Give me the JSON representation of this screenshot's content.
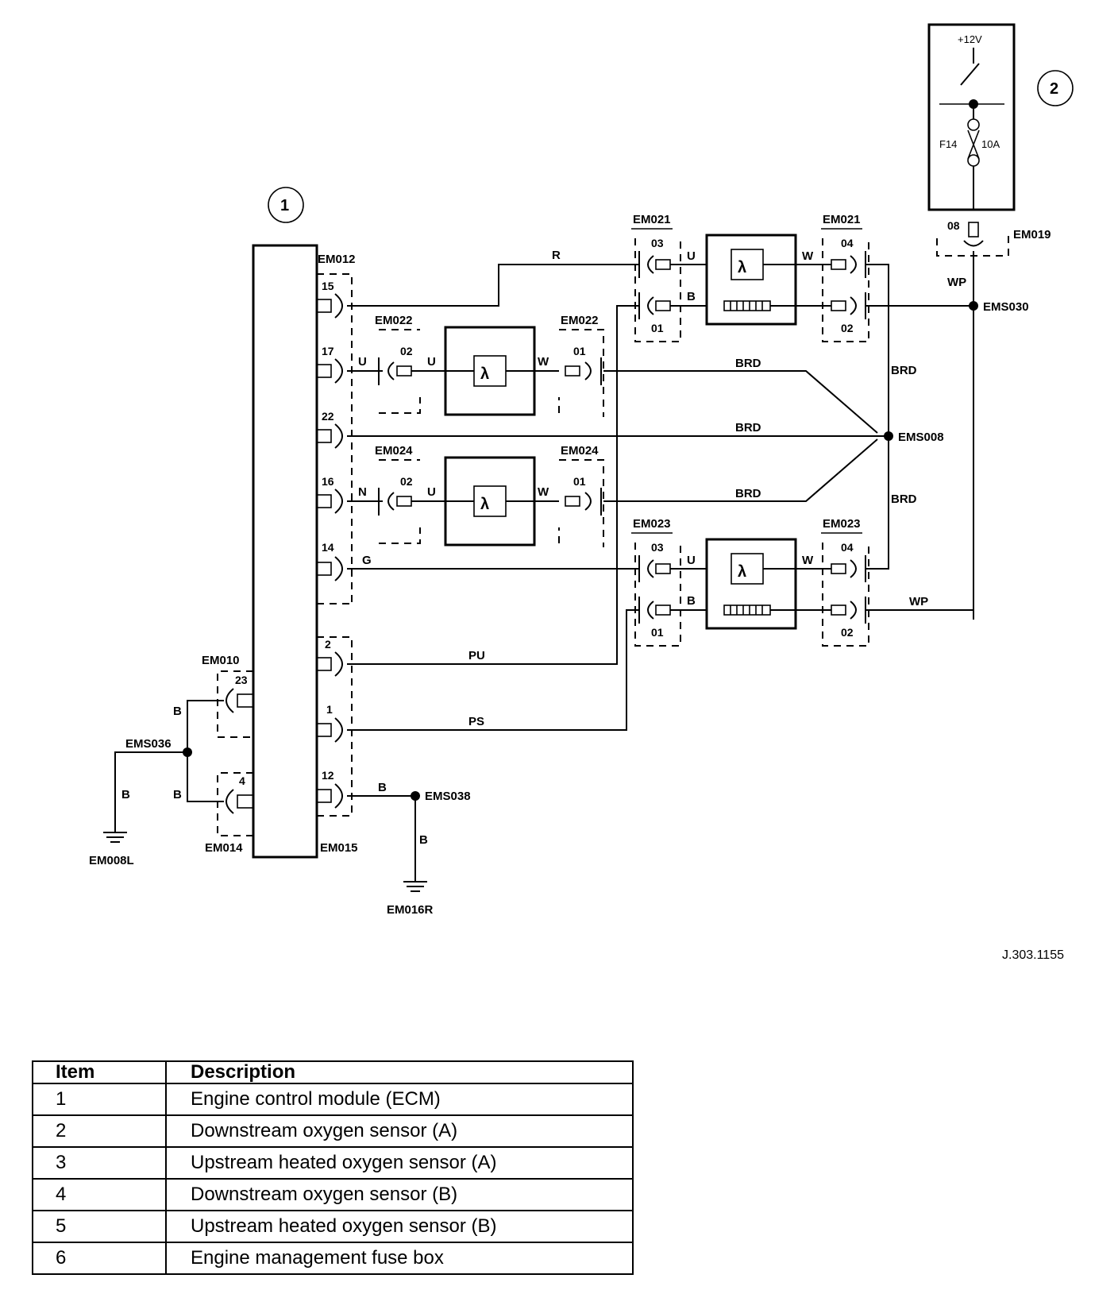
{
  "diagram": {
    "callouts": {
      "ecm": "1",
      "fusebox": "2"
    },
    "fusebox": {
      "supply": "+12V",
      "fuse": "F14",
      "rating": "10A",
      "pin": "08",
      "connector": "EM019"
    },
    "connectors": {
      "em012": "EM012",
      "em010": "EM010",
      "em014": "EM014",
      "em015": "EM015",
      "em022a": "EM022",
      "em022b": "EM022",
      "em024a": "EM024",
      "em024b": "EM024",
      "em021a": "EM021",
      "em021b": "EM021",
      "em023a": "EM023",
      "em023b": "EM023"
    },
    "ecm_pins": [
      "15",
      "17",
      "22",
      "16",
      "14",
      "2",
      "1",
      "12",
      "23",
      "4"
    ],
    "sensor_pins": {
      "em022_left": "02",
      "em022_right": "01",
      "em024_left": "02",
      "em024_right": "01",
      "em021_top_left": "03",
      "em021_bot_left": "01",
      "em021_top_right": "04",
      "em021_bot_right": "02",
      "em023_top_left": "03",
      "em023_bot_left": "01",
      "em023_top_right": "04",
      "em023_bot_right": "02"
    },
    "wire_colors": {
      "r": "R",
      "u1": "U",
      "u2": "U",
      "u3": "U",
      "u4": "U",
      "u5": "U",
      "w1": "W",
      "w2": "W",
      "w3": "W",
      "w4": "W",
      "b_sensor1": "B",
      "b_sensor2": "B",
      "n": "N",
      "g": "G",
      "brd1": "BRD",
      "brd2": "BRD",
      "brd3": "BRD",
      "brd4": "BRD",
      "brd5": "BRD",
      "wp1": "WP",
      "wp2": "WP",
      "pu": "PU",
      "ps": "PS",
      "b_e1": "B",
      "b_e2": "B",
      "b_e3": "B",
      "b_e4": "B",
      "b_e5": "B"
    },
    "splices": {
      "ems030": "EMS030",
      "ems008": "EMS008",
      "ems036": "EMS036",
      "ems038": "EMS038"
    },
    "grounds": {
      "em008l": "EM008L",
      "em016r": "EM016R"
    },
    "sensor_symbol": "λ",
    "drawing_ref": "J.303.1155"
  },
  "legend": {
    "headers": {
      "item": "Item",
      "description": "Description"
    },
    "rows": [
      {
        "item": "1",
        "description": "Engine control module (ECM)"
      },
      {
        "item": "2",
        "description": "Downstream oxygen sensor (A)"
      },
      {
        "item": "3",
        "description": "Upstream heated oxygen sensor (A)"
      },
      {
        "item": "4",
        "description": "Downstream oxygen sensor (B)"
      },
      {
        "item": "5",
        "description": "Upstream heated oxygen sensor (B)"
      },
      {
        "item": "6",
        "description": "Engine management fuse box"
      }
    ]
  }
}
